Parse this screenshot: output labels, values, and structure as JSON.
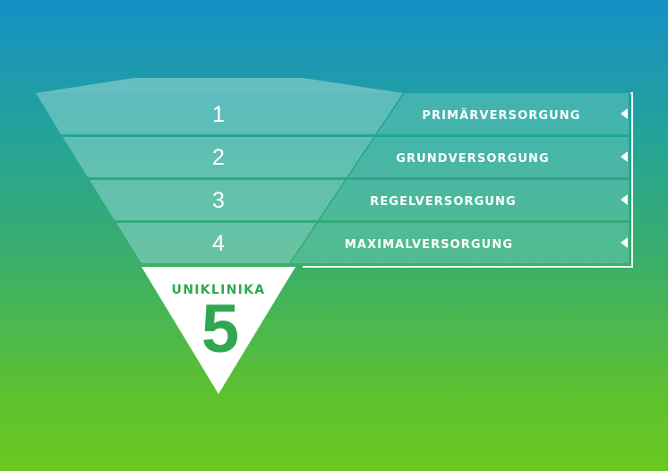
{
  "levels": [
    {
      "number": "1",
      "label": "PRIMÄRVERSORGUNG"
    },
    {
      "number": "2",
      "label": "GRUNDVERSORGUNG"
    },
    {
      "number": "3",
      "label": "REGELVERSORGUNG"
    },
    {
      "number": "4",
      "label": "MAXIMALVERSORGUNG"
    }
  ],
  "apex": {
    "caption": "UNIKLINIKA",
    "number": "5"
  },
  "colors": {
    "band_fill": "#8fd6cf",
    "apex_fill": "#ffffff",
    "apex_text": "#2fa84f",
    "text": "#ffffff"
  }
}
